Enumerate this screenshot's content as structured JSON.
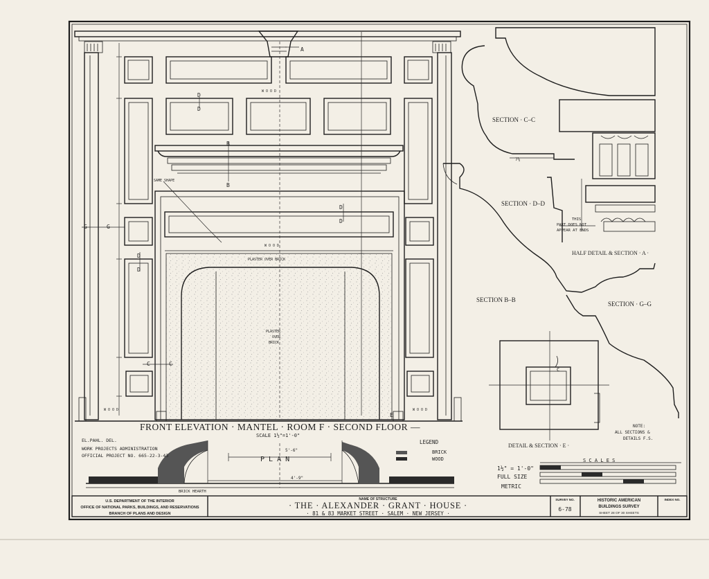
{
  "drawing": {
    "elevation_title": "FRONT ELEVATION · MANTEL · ROOM F · SECOND FLOOR —",
    "elevation_scale": "SCALE 1½\"=1'-0\"",
    "plaster_over_brick_top": "PLASTER OVER BRICK",
    "plaster_line1": "PLASTER",
    "plaster_line2": "OVER",
    "plaster_line3": "BRICK",
    "same_shape": "SAME SHAPE",
    "wood_mark": "W O O D",
    "plan_label": "P L A N",
    "brick_hearth": "BRICK HEARTH",
    "legend_title": "LEGEND",
    "legend_brick": "BRICK",
    "legend_wood": "WOOD",
    "delineator": "EL.PAHL. DEL.",
    "project_line1": "WORK PROJECTS ADMINISTRATION",
    "project_line2": "OFFICIAL PROJECT NO. 665-22-3-43",
    "section_cc": "SECTION · C–C",
    "section_dd": "SECTION · D–D",
    "section_bb": "SECTION  B–B",
    "section_gg": "SECTION · G–G",
    "half_detail": "HALF DETAIL & SECTION · A ·",
    "detail_e": "DETAIL & SECTION · E ·",
    "note_part1": "THIS",
    "note_part2": "PART DOES NOT",
    "note_part3": "APPEAR AT ENDS",
    "note_title": "NOTE:",
    "note_line1": "ALL SECTIONS &",
    "note_line2": "DETAILS F.S.",
    "scale_a": "1½\" = 1'-0\"",
    "scale_b": "FULL SIZE",
    "scale_c": "METRIC",
    "scales_heading": "S C A L E S",
    "dim_7q": "7¼",
    "dim_4": "4'-9\"",
    "dim_5": "5'-6\"",
    "letters": {
      "a": "A",
      "b": "B",
      "c": "C",
      "d": "D",
      "e": "E",
      "g": "G"
    }
  },
  "title_block": {
    "agency_line1": "U.S. DEPARTMENT OF THE INTERIOR",
    "agency_line2": "OFFICE OF NATIONAL PARKS, BUILDINGS, AND RESERVATIONS",
    "agency_line3": "BRANCH OF PLANS AND DESIGN",
    "name_caption": "NAME OF STRUCTURE",
    "structure_name": "· THE · ALEXANDER · GRANT · HOUSE ·",
    "address": "· 81 & 83 MARKET STREET · SALEM · NEW JERSEY ·",
    "survey_caption": "SURVEY NO.",
    "survey_no": "6-78",
    "habs_line1": "HISTORIC AMERICAN",
    "habs_line2": "BUILDINGS SURVEY",
    "sheet_info": "SHEET 28 OF 30 SHEETS",
    "index_caption": "INDEX NO."
  },
  "colors": {
    "paper": "#f3efe6",
    "ink": "#1e1e1e"
  }
}
